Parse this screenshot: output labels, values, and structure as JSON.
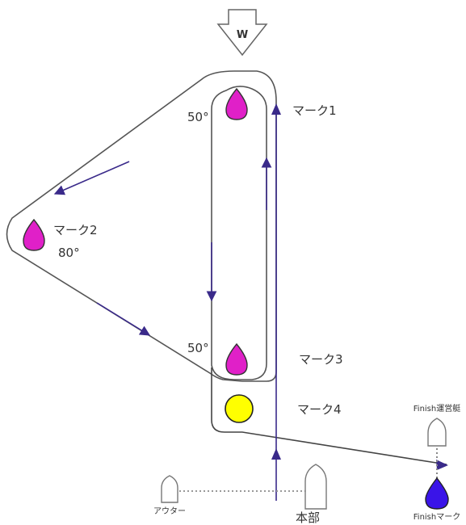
{
  "wind": {
    "label": "W"
  },
  "marks": {
    "mark1": {
      "label": "マーク1",
      "color": "#e020c8"
    },
    "mark2": {
      "label": "マーク2",
      "angle": "80°",
      "color": "#e020c8"
    },
    "mark3": {
      "label": "マーク3",
      "color": "#e020c8"
    },
    "mark4": {
      "label": "マーク4",
      "color": "#ffff00"
    },
    "finish_mark": {
      "label": "Finishマーク",
      "color": "#3a14e8"
    }
  },
  "angles": {
    "top": "50°",
    "bottom": "50°"
  },
  "boats": {
    "finish_boat": {
      "label": "Finish運営艇"
    },
    "outer": {
      "label": "アウター"
    },
    "hq": {
      "label": "本部"
    }
  },
  "colors": {
    "course_line": "#444444",
    "arrow": "#3a2a8a",
    "outline": "#555555"
  }
}
